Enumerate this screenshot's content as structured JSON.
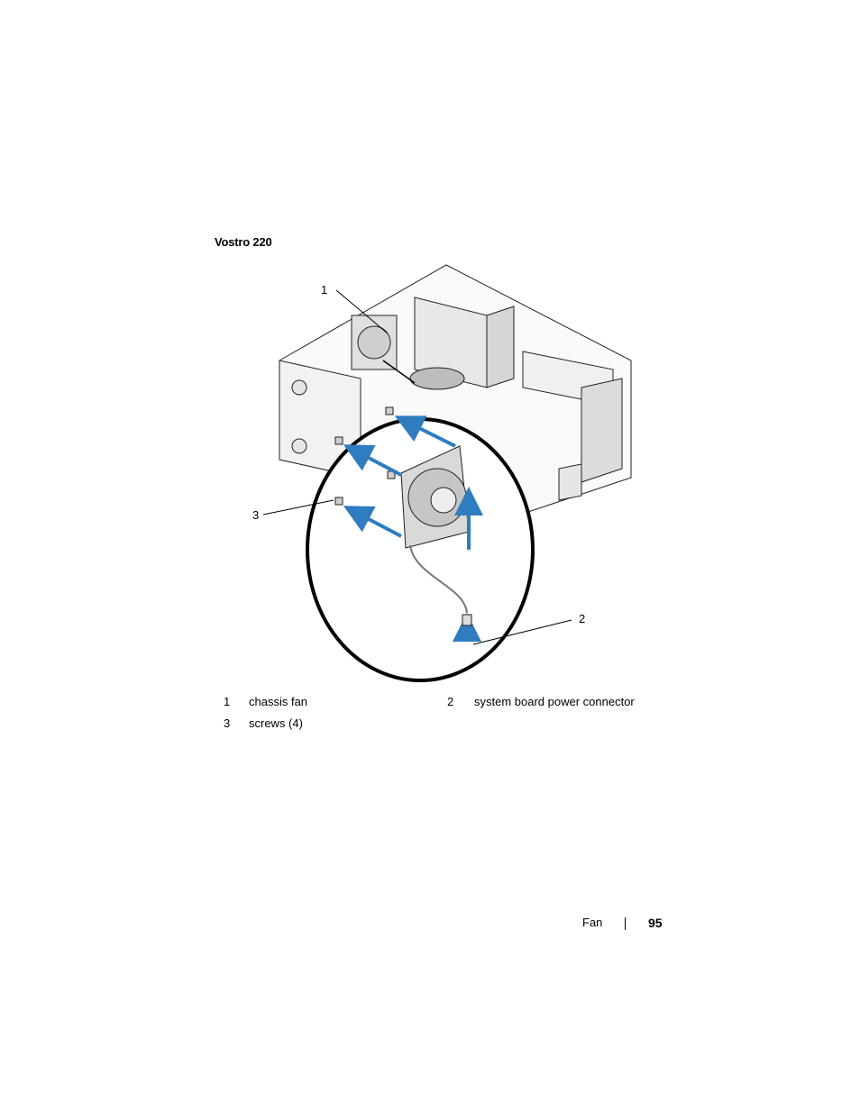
{
  "heading": "Vostro 220",
  "figure": {
    "callouts": [
      {
        "number": "1"
      },
      {
        "number": "2"
      },
      {
        "number": "3"
      }
    ],
    "colors": {
      "arrow": "#2f7cc0",
      "line": "#000000"
    }
  },
  "legend": [
    {
      "number": "1",
      "text": "chassis fan"
    },
    {
      "number": "2",
      "text": "system board power connector"
    },
    {
      "number": "3",
      "text": "screws (4)"
    }
  ],
  "footer": {
    "section": "Fan",
    "page": "95"
  }
}
